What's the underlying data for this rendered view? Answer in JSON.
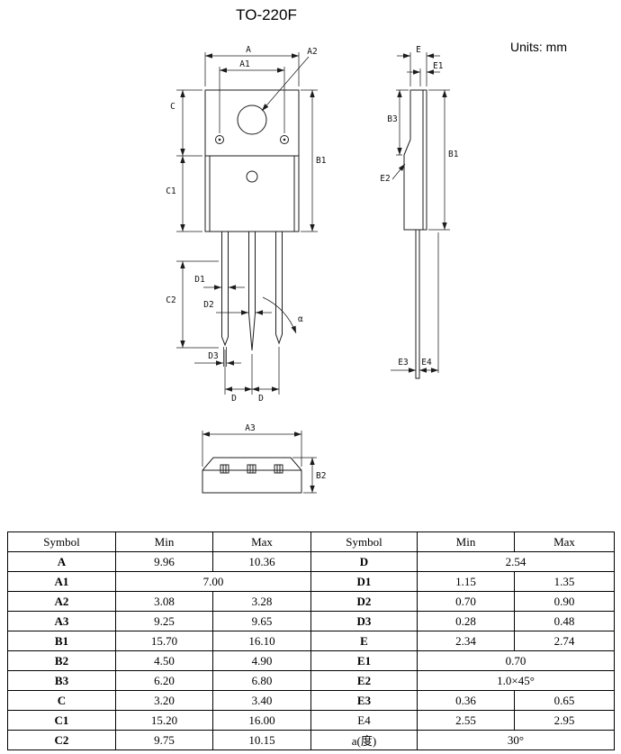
{
  "page": {
    "title": "TO-220F",
    "units": "Units: mm"
  },
  "drawing": {
    "front": {
      "A": "A",
      "A1": "A1",
      "A2": "A2",
      "C": "C",
      "C1": "C1",
      "C2": "C2",
      "B1": "B1",
      "D1": "D1",
      "D2": "D2",
      "D3": "D3",
      "D_left": "D",
      "D_right": "D",
      "alpha": "α"
    },
    "side": {
      "E": "E",
      "E1": "E1",
      "B3": "B3",
      "B1": "B1",
      "E2": "E2",
      "E3": "E3",
      "E4": "E4"
    },
    "bottom": {
      "A3": "A3",
      "B2": "B2"
    }
  },
  "table": {
    "headers": [
      "Symbol",
      "Min",
      "Max",
      "Symbol",
      "Min",
      "Max"
    ],
    "rows": [
      {
        "cells": [
          {
            "t": "A",
            "bold": true
          },
          {
            "t": "9.96"
          },
          {
            "t": "10.36"
          },
          {
            "t": "D",
            "bold": true
          },
          {
            "t": "2.54",
            "span": 2
          }
        ]
      },
      {
        "cells": [
          {
            "t": "A1",
            "bold": true
          },
          {
            "t": "7.00",
            "span": 2
          },
          {
            "t": "D1",
            "bold": true
          },
          {
            "t": "1.15"
          },
          {
            "t": "1.35"
          }
        ]
      },
      {
        "cells": [
          {
            "t": "A2",
            "bold": true
          },
          {
            "t": "3.08"
          },
          {
            "t": "3.28"
          },
          {
            "t": "D2",
            "bold": true
          },
          {
            "t": "0.70"
          },
          {
            "t": "0.90"
          }
        ]
      },
      {
        "cells": [
          {
            "t": "A3",
            "bold": true
          },
          {
            "t": "9.25"
          },
          {
            "t": "9.65"
          },
          {
            "t": "D3",
            "bold": true
          },
          {
            "t": "0.28"
          },
          {
            "t": "0.48"
          }
        ]
      },
      {
        "cells": [
          {
            "t": "B1",
            "bold": true
          },
          {
            "t": "15.70"
          },
          {
            "t": "16.10"
          },
          {
            "t": "E",
            "bold": true
          },
          {
            "t": "2.34"
          },
          {
            "t": "2.74"
          }
        ]
      },
      {
        "cells": [
          {
            "t": "B2",
            "bold": true
          },
          {
            "t": "4.50"
          },
          {
            "t": "4.90"
          },
          {
            "t": "E1",
            "bold": true
          },
          {
            "t": "0.70",
            "span": 2
          }
        ]
      },
      {
        "cells": [
          {
            "t": "B3",
            "bold": true
          },
          {
            "t": "6.20"
          },
          {
            "t": "6.80"
          },
          {
            "t": "E2",
            "bold": true
          },
          {
            "t": "1.0×45°",
            "span": 2
          }
        ]
      },
      {
        "cells": [
          {
            "t": "C",
            "bold": true
          },
          {
            "t": "3.20"
          },
          {
            "t": "3.40"
          },
          {
            "t": "E3",
            "bold": true
          },
          {
            "t": "0.36"
          },
          {
            "t": "0.65"
          }
        ]
      },
      {
        "cells": [
          {
            "t": "C1",
            "bold": true
          },
          {
            "t": "15.20"
          },
          {
            "t": "16.00"
          },
          {
            "t": "E4"
          },
          {
            "t": "2.55"
          },
          {
            "t": "2.95"
          }
        ]
      },
      {
        "cells": [
          {
            "t": "C2",
            "bold": true
          },
          {
            "t": "9.75"
          },
          {
            "t": "10.15"
          },
          {
            "t": "a(度)"
          },
          {
            "t": "30°",
            "span": 2
          }
        ]
      }
    ]
  }
}
